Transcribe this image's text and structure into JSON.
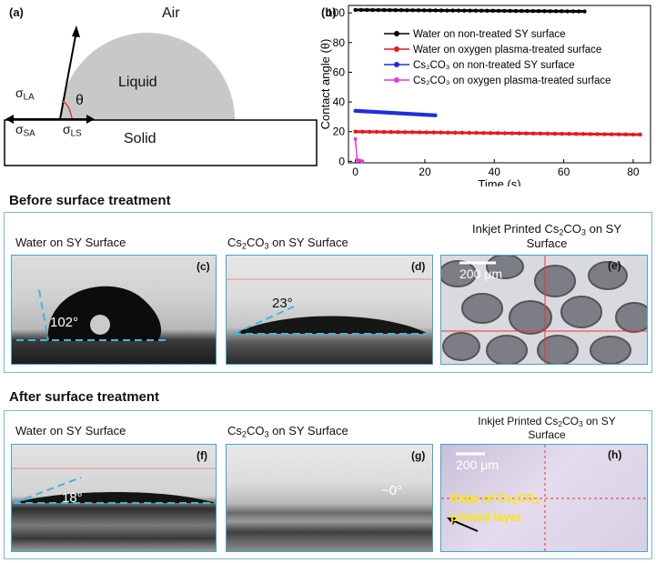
{
  "schematic": {
    "letter": "(a)",
    "air": "Air",
    "liquid": "Liquid",
    "solid": "Solid",
    "theta": "θ",
    "sigma_la": "σ",
    "sigma_la_sub": "LA",
    "sigma_sa": "σ",
    "sigma_sa_sub": "SA",
    "sigma_ls": "σ",
    "sigma_ls_sub": "LS"
  },
  "chart_letter": "(b)",
  "chart_data": {
    "type": "scatter",
    "xlabel": "Time (s)",
    "ylabel": "Contact angle (θ)",
    "xlim": [
      -2,
      85
    ],
    "ylim": [
      -1,
      105
    ],
    "xticks": [
      0,
      20,
      40,
      60,
      80
    ],
    "yticks": [
      0,
      20,
      40,
      60,
      80,
      100
    ],
    "legend_position": "top-right",
    "series": [
      {
        "name": "Water on non-treated SY surface",
        "color": "#000000",
        "x_start": 0,
        "x_end": 66,
        "y_start": 102,
        "y_end": 101
      },
      {
        "name": "Water on oxygen plasma-treated surface",
        "color": "#e8191b",
        "x_start": 0,
        "x_end": 82,
        "y_start": 20,
        "y_end": 18
      },
      {
        "name": "Cs₂CO₃ on non-treated SY surface",
        "color": "#1f2fd8",
        "x_start": 0,
        "x_end": 23,
        "y_start": 34,
        "y_end": 31
      },
      {
        "name": "Cs₂CO₃ on oxygen plasma-treated surface",
        "color": "#e635e0",
        "x_start": 0,
        "x_end": 2,
        "y_start": 15,
        "y_end": 0
      }
    ]
  },
  "before": {
    "title": "Before surface treatment",
    "c": {
      "caption": "Water on SY Surface",
      "letter": "(c)",
      "angle": "102°"
    },
    "d": {
      "caption_pre": "Cs",
      "caption_sub1": "2",
      "caption_mid": "CO",
      "caption_sub2": "3",
      "caption_post": " on SY Surface",
      "letter": "(d)",
      "angle": "23°"
    },
    "e": {
      "caption_pre": "Inkjet Printed Cs",
      "caption_sub1": "2",
      "caption_mid": "CO",
      "caption_sub2": "3",
      "caption_post": " on SY",
      "caption_line2": "Surface",
      "letter": "(e)",
      "scale": "200  μm"
    }
  },
  "after": {
    "title": "After surface treatment",
    "f": {
      "caption": "Water on SY Surface",
      "letter": "(f)",
      "angle": "18°"
    },
    "g": {
      "caption_pre": "Cs",
      "caption_sub1": "2",
      "caption_mid": "CO",
      "caption_sub2": "3",
      "caption_post": " on SY Surface",
      "letter": "(g)",
      "angle": "~0°"
    },
    "h": {
      "caption_pre": "Inkjet Printed Cs",
      "caption_sub1": "2",
      "caption_mid": "CO",
      "caption_sub2": "3",
      "caption_post": " on SY",
      "caption_line2": "Surface",
      "letter": "(h)",
      "scale": "200  μm",
      "note1_pre": "Edge of Cs",
      "note1_sub1": "2",
      "note1_mid": "CO",
      "note1_sub2": "3",
      "note2": "printed layer"
    }
  }
}
